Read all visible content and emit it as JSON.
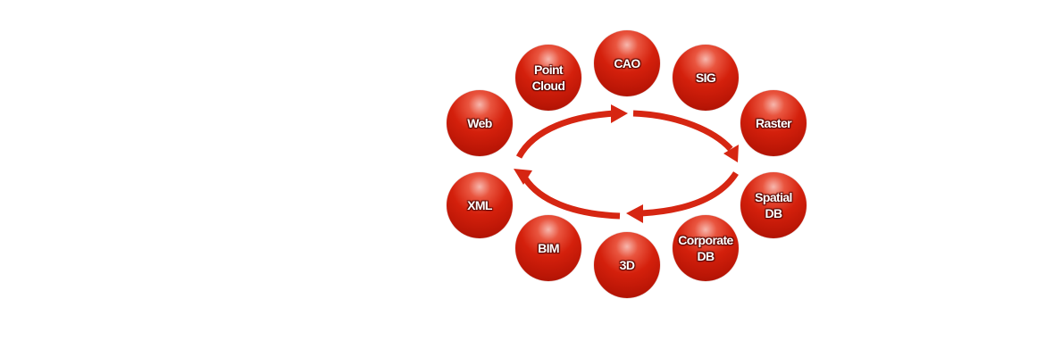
{
  "diagram": {
    "nodes": [
      {
        "id": "point-cloud",
        "label": "Point\nCloud"
      },
      {
        "id": "cao",
        "label": "CAO"
      },
      {
        "id": "sig",
        "label": "SIG"
      },
      {
        "id": "web",
        "label": "Web"
      },
      {
        "id": "raster",
        "label": "Raster"
      },
      {
        "id": "xml",
        "label": "XML"
      },
      {
        "id": "spatial-db",
        "label": "Spatial\nDB"
      },
      {
        "id": "bim",
        "label": "BIM"
      },
      {
        "id": "corporate-db",
        "label": "Corporate\nDB"
      },
      {
        "id": "3d",
        "label": "3D"
      }
    ],
    "colors": {
      "arrow": "#d62612",
      "node": "#d4200c",
      "label": "#ffffff"
    },
    "cycle_direction": "clockwise"
  }
}
